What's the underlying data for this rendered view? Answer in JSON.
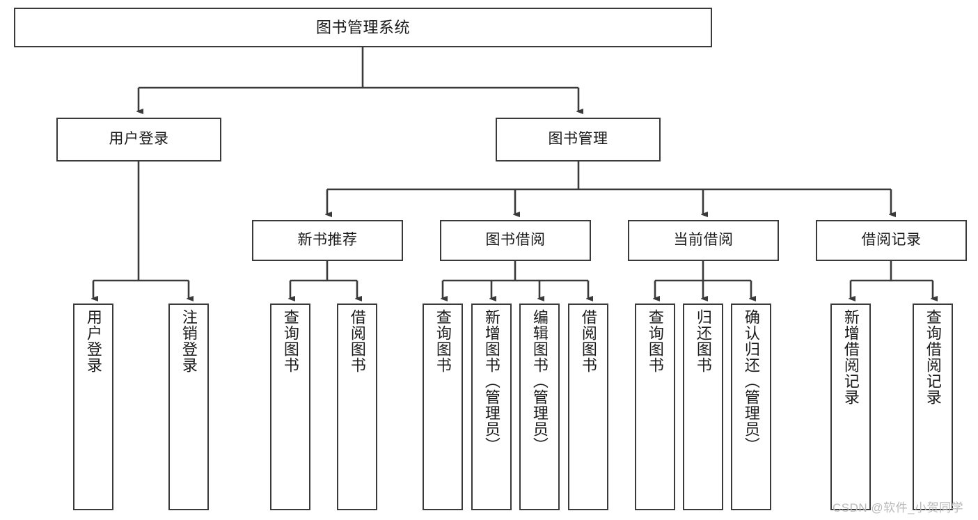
{
  "diagram": {
    "type": "tree-hierarchy-chart",
    "title": "图书管理系统",
    "root": {
      "label": "图书管理系统"
    },
    "level2": [
      {
        "label": "用户登录"
      },
      {
        "label": "图书管理"
      }
    ],
    "level3": [
      {
        "label": "新书推荐"
      },
      {
        "label": "图书借阅"
      },
      {
        "label": "当前借阅"
      },
      {
        "label": "借阅记录"
      }
    ],
    "leaves": {
      "user_login": [
        {
          "label": "用户登录"
        },
        {
          "label": "注销登录"
        }
      ],
      "new_book_recommend": [
        {
          "label": "查询图书"
        },
        {
          "label": "借阅图书"
        }
      ],
      "book_borrow": [
        {
          "label": "查询图书"
        },
        {
          "label": "新增图书（管理员）"
        },
        {
          "label": "编辑图书（管理员）"
        },
        {
          "label": "借阅图书"
        }
      ],
      "current_borrow": [
        {
          "label": "查询图书"
        },
        {
          "label": "归还图书"
        },
        {
          "label": "确认归还（管理员）"
        }
      ],
      "borrow_record": [
        {
          "label": "新增借阅记录"
        },
        {
          "label": "查询借阅记录"
        }
      ]
    }
  },
  "watermark": {
    "text": "CSDN @软件_小贺同学"
  },
  "colors": {
    "border": "#3a3a3a",
    "background": "#ffffff",
    "text": "#1a1a1a",
    "watermark": "#b9b9b9"
  }
}
